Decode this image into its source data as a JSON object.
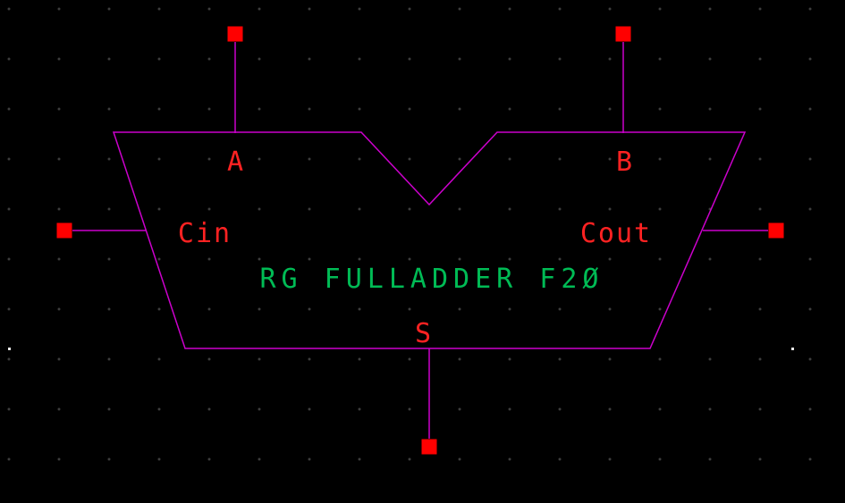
{
  "canvas": {
    "background_color": "#000000",
    "grid_dot_color": "#3e3e3e",
    "marker_color": "#e8e8e8"
  },
  "symbol": {
    "title": "RG FULLADDER F2Ø",
    "outline_color": "#cc00cc",
    "pin_color": "#ff0000",
    "pin_label_color": "#ff2222",
    "title_color": "#00bb55",
    "pins": {
      "a": {
        "label": "A"
      },
      "b": {
        "label": "B"
      },
      "cin": {
        "label": "Cin"
      },
      "cout": {
        "label": "Cout"
      },
      "s": {
        "label": "S"
      }
    }
  }
}
